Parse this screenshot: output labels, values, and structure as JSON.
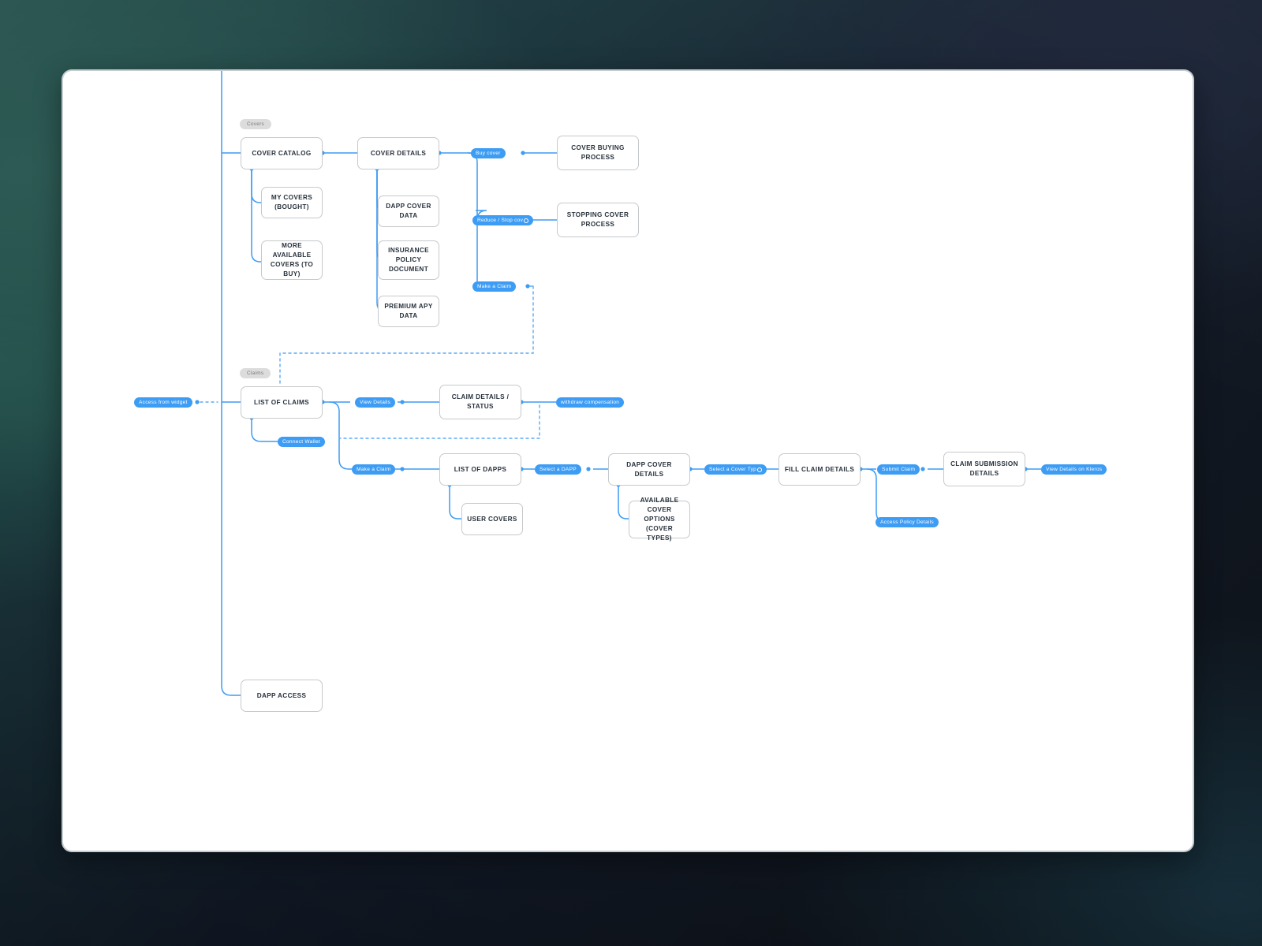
{
  "background": {
    "accent_teal": "#2b5550",
    "accent_navy": "#141d2c",
    "canvas_bg": "#ffffff"
  },
  "palette": {
    "pill_blue": "#3d9cf4",
    "wire_blue": "#3d9cf4",
    "node_border": "#c6c9cc",
    "node_text": "#28323c",
    "group_chip_bg": "#dcdcdc",
    "group_chip_text": "#7b7b7b"
  },
  "groups": [
    {
      "id": "covers",
      "label": "Covers"
    },
    {
      "id": "claims",
      "label": "Claims"
    }
  ],
  "nodes": [
    {
      "id": "cover-catalog",
      "label": "COVER CATALOG"
    },
    {
      "id": "my-covers-bought",
      "label": "MY COVERS (BOUGHT)"
    },
    {
      "id": "more-available-covers",
      "label": "MORE AVAILABLE COVERS (TO BUY)"
    },
    {
      "id": "cover-details",
      "label": "COVER DETAILS"
    },
    {
      "id": "dapp-cover-data",
      "label": "DAPP COVER DATA"
    },
    {
      "id": "insurance-policy-document",
      "label": "INSURANCE POLICY DOCUMENT"
    },
    {
      "id": "premium-apy-data",
      "label": "PREMIUM APY DATA"
    },
    {
      "id": "cover-buying-process",
      "label": "COVER BUYING PROCESS"
    },
    {
      "id": "stopping-cover-process",
      "label": "STOPPING COVER PROCESS"
    },
    {
      "id": "list-of-claims",
      "label": "LIST OF CLAIMS"
    },
    {
      "id": "claim-details-status",
      "label": "CLAIM DETAILS / STATUS"
    },
    {
      "id": "list-of-dapps",
      "label": "LIST OF DAPPS"
    },
    {
      "id": "user-covers",
      "label": "USER COVERS"
    },
    {
      "id": "dapp-cover-details",
      "label": "DAPP COVER DETAILS"
    },
    {
      "id": "available-cover-options",
      "label": "AVAILABLE COVER OPTIONS (COVER TYPES)"
    },
    {
      "id": "fill-claim-details",
      "label": "FILL CLAIM DETAILS"
    },
    {
      "id": "claim-submission-details",
      "label": "CLAIM SUBMISSION DETAILS"
    },
    {
      "id": "dapp-access",
      "label": "DAPP ACCESS"
    }
  ],
  "pills": [
    {
      "id": "buy-cover",
      "label": "Buy cover",
      "truncated": false
    },
    {
      "id": "reduce-stop-cover",
      "label": "Reduce / Stop cov",
      "truncated": true
    },
    {
      "id": "make-a-claim-top",
      "label": "Make a Claim",
      "truncated": false
    },
    {
      "id": "access-from-widget",
      "label": "Access from widget",
      "truncated": false
    },
    {
      "id": "view-details",
      "label": "View Details",
      "truncated": false
    },
    {
      "id": "withdraw-compensation",
      "label": "withdraw compensation",
      "truncated": false
    },
    {
      "id": "connect-wallet",
      "label": "Connect Wallet",
      "truncated": false
    },
    {
      "id": "make-a-claim-bottom",
      "label": "Make a Claim",
      "truncated": false
    },
    {
      "id": "select-a-dapp",
      "label": "Select a DAPP",
      "truncated": false
    },
    {
      "id": "select-a-cover-type",
      "label": "Select a Cover Typ",
      "truncated": true
    },
    {
      "id": "submit-claim",
      "label": "Submit Claim",
      "truncated": false
    },
    {
      "id": "access-policy-details",
      "label": "Access Policy Details",
      "truncated": false
    },
    {
      "id": "view-details-on-kleros",
      "label": "View Details on Kleros",
      "truncated": false
    }
  ]
}
